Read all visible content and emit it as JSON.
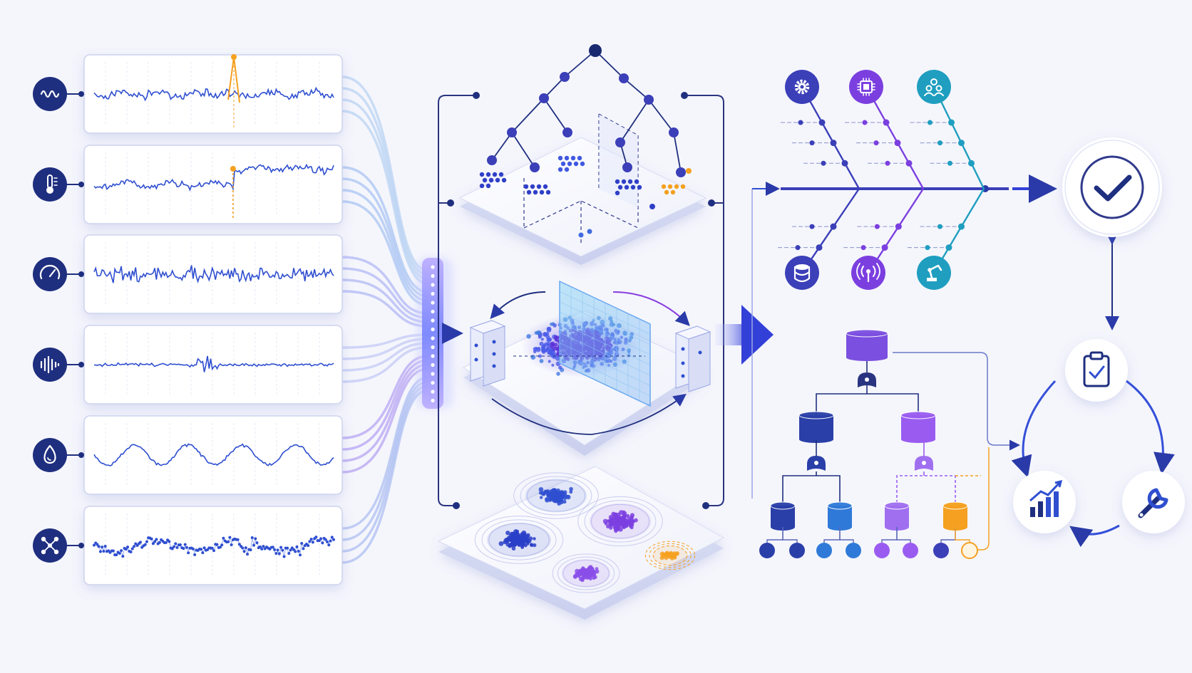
{
  "colors": {
    "navy": "#1f2f7f",
    "blue": "#2f4fd0",
    "indigo": "#3b3fb8",
    "purple": "#7b3fe0",
    "violet": "#9a5cf0",
    "teal": "#1f9ec0",
    "orange": "#f5a020",
    "panel": "#ffffff",
    "panel_border": "#cdd3ef",
    "background": "#f5f6fc"
  },
  "sensors": [
    {
      "icon": "waveform-icon",
      "signal": "noisy-spike"
    },
    {
      "icon": "thermometer-icon",
      "signal": "step-change"
    },
    {
      "icon": "gauge-icon",
      "signal": "random-oscillation"
    },
    {
      "icon": "vibration-icon",
      "signal": "burst"
    },
    {
      "icon": "water-drop-icon",
      "signal": "sinusoidal"
    },
    {
      "icon": "network-nodes-icon",
      "signal": "scatter-dots"
    }
  ],
  "models": [
    "decision-tree",
    "hyperplane-classifier",
    "cluster-map"
  ],
  "fishbone_causes": {
    "top": [
      "gear-icon",
      "chip-icon",
      "team-icon"
    ],
    "bottom": [
      "database-icon",
      "antenna-icon",
      "robot-arm-icon"
    ]
  },
  "fault_tree": {
    "levels": 3,
    "leaf_colors": [
      "navy",
      "navy",
      "blue",
      "blue",
      "violet",
      "violet",
      "indigo",
      "orange"
    ]
  },
  "maintenance_cycle": [
    "checkmark-icon",
    "clipboard-icon",
    "wrench-icon",
    "trend-chart-icon"
  ]
}
